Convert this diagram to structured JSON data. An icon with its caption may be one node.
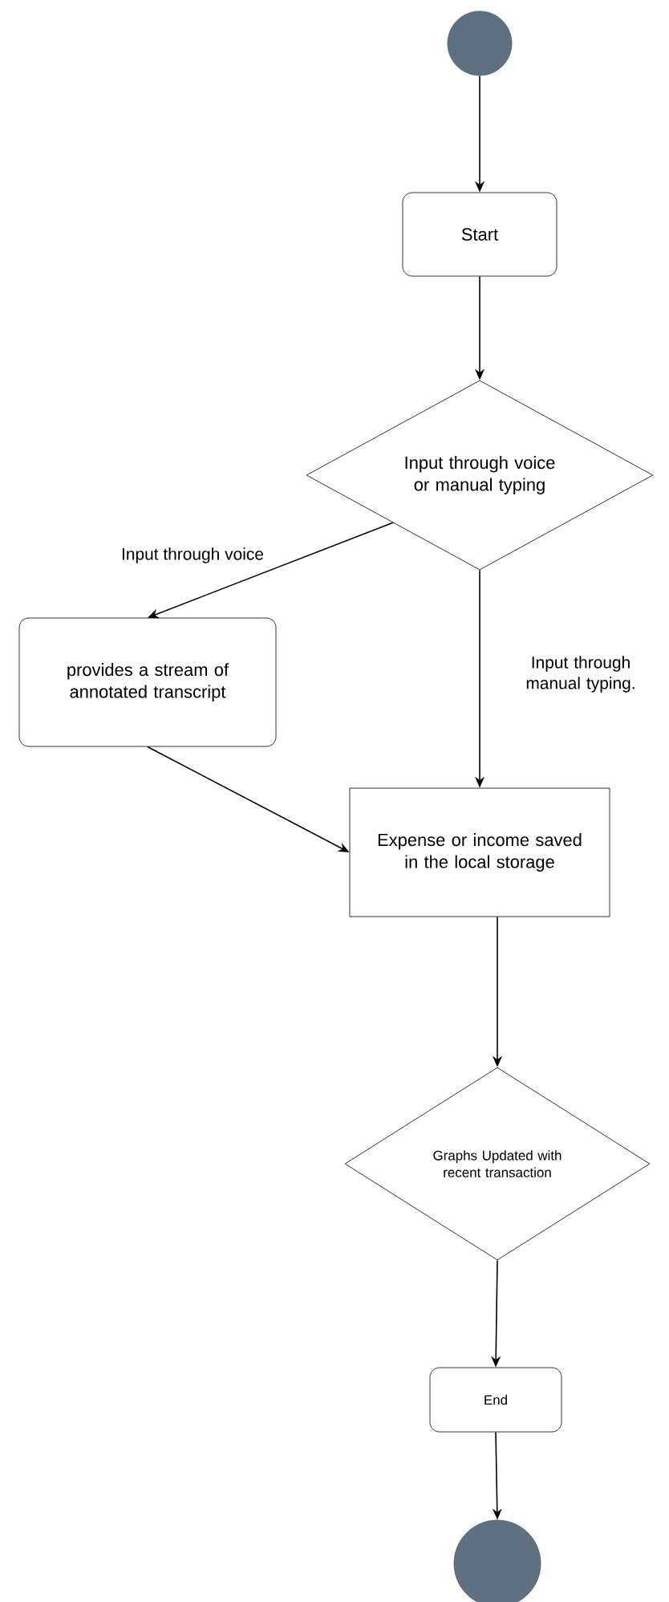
{
  "diagram": {
    "nodes": [
      {
        "text": [],
        "shape": "circle"
      },
      {
        "text": [
          "Start"
        ]
      },
      {
        "text": [
          "Input through voice or manual typing"
        ]
      },
      {
        "text": [
          "provides a stream of annotated transcript"
        ]
      },
      {
        "text": [
          "Expense or income saved in the local storage"
        ]
      },
      {
        "text": [
          "Graphs Updated with recent transaction"
        ]
      },
      {
        "text": [
          "End"
        ]
      },
      {
        "text": [],
        "shape": "circle"
      }
    ],
    "edges": [
      {
        "from": 0,
        "to": 1,
        "arrow": "to"
      },
      {
        "from": 1,
        "to": 2,
        "arrow": "to"
      },
      {
        "from": 2,
        "to": 3,
        "arrow": "to",
        "label": "Input through voice"
      },
      {
        "from": 2,
        "to": 4,
        "arrow": "to",
        "label": "Input through manual typing."
      },
      {
        "from": 3,
        "to": 4,
        "arrow": "to"
      },
      {
        "from": 4,
        "to": 5,
        "arrow": "to"
      },
      {
        "from": 5,
        "to": 6,
        "arrow": "to"
      },
      {
        "from": 6,
        "to": 7,
        "arrow": "to"
      }
    ]
  }
}
